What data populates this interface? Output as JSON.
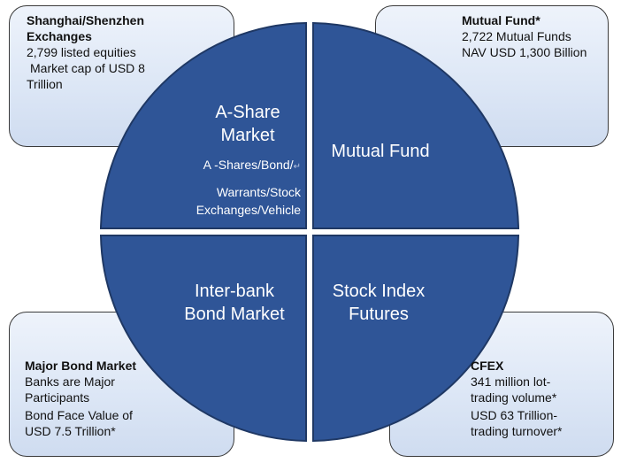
{
  "boxes": {
    "top_left": {
      "title": "Shanghai/Shenzhen Exchanges",
      "lines": [
        "2,799 listed equities",
        "Market cap of USD 8",
        "Trillion"
      ]
    },
    "top_right": {
      "title": "Mutual Fund*",
      "lines": [
        "2,722 Mutual Funds",
        "NAV USD 1,300 Billion"
      ]
    },
    "bottom_left": {
      "title": "Major Bond Market",
      "lines": [
        "Banks are Major",
        "Participants",
        "Bond Face Value of",
        "USD 7.5 Trillion*"
      ]
    },
    "bottom_right": {
      "title": "CFEX",
      "lines": [
        "341 million lot-",
        "trading volume*",
        "USD 63 Trillion-",
        "trading turnover*"
      ]
    }
  },
  "quadrants": {
    "top_left": {
      "label_line1": "A-Share",
      "label_line2": "Market",
      "sub_line1": "A -Shares/Bond/",
      "sub_line2": "Warrants/Stock",
      "sub_line3": "Exchanges/Vehicle",
      "return_mark": "↵"
    },
    "top_right": {
      "label": "Mutual Fund"
    },
    "bottom_left": {
      "label_line1": "Inter-bank",
      "label_line2": "Bond Market"
    },
    "bottom_right": {
      "label_line1": "Stock Index",
      "label_line2": "Futures"
    }
  },
  "colors": {
    "quadrant_fill": "#2f5597",
    "quadrant_stroke": "#1f3864",
    "box_border": "#3b3b3b",
    "box_fill": "#dde7f6"
  }
}
